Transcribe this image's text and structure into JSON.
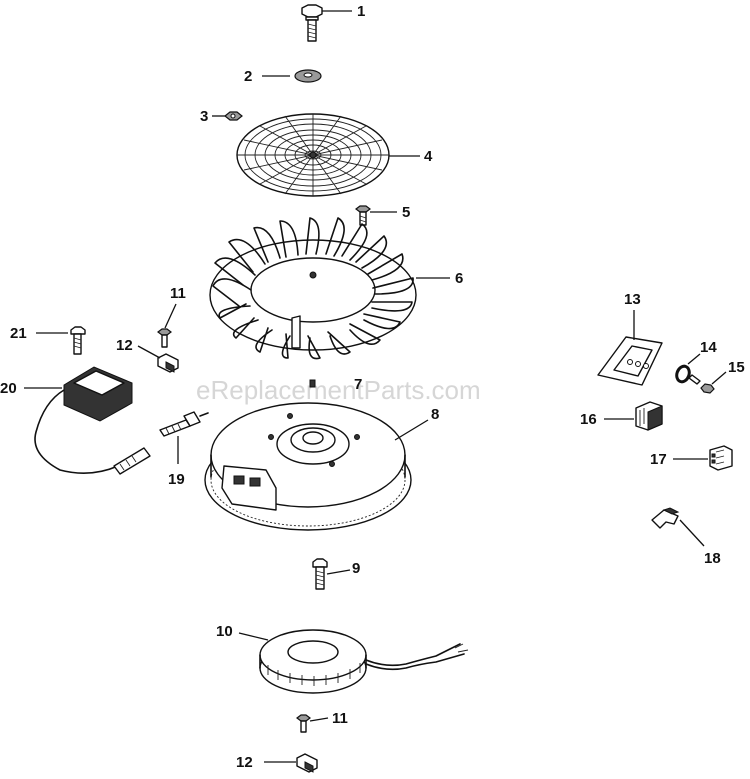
{
  "watermark": "eReplacementParts.com",
  "callouts": {
    "c1": "1",
    "c2": "2",
    "c3": "3",
    "c4": "4",
    "c5": "5",
    "c6": "6",
    "c7": "7",
    "c8": "8",
    "c9": "9",
    "c10": "10",
    "c11a": "11",
    "c11b": "11",
    "c12a": "12",
    "c12b": "12",
    "c13": "13",
    "c14": "14",
    "c15": "15",
    "c16": "16",
    "c17": "17",
    "c18": "18",
    "c19": "19",
    "c20": "20",
    "c21": "21"
  }
}
